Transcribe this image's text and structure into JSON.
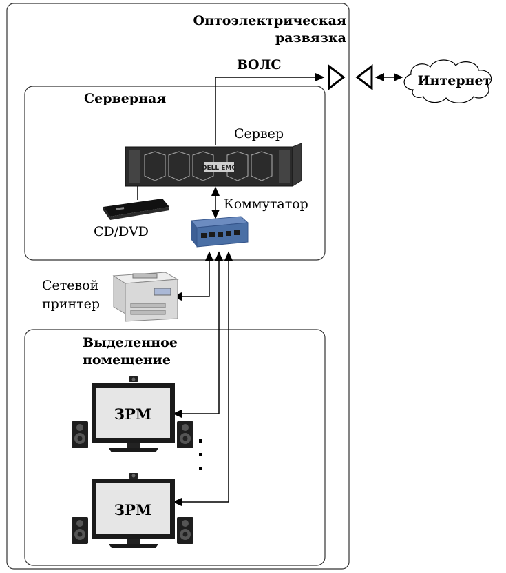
{
  "labels": {
    "optical_isolation_line1": "Оптоэлектрическая",
    "optical_isolation_line2": "развязка",
    "fiber": "ВОЛС",
    "internet": "Интернет",
    "server_room": "Серверная",
    "server": "Сервер",
    "switch": "Коммутатор",
    "cd_dvd": "CD/DVD",
    "printer_line1": "Сетевой",
    "printer_line2": "принтер",
    "dedicated_room_line1": "Выделенное",
    "dedicated_room_line2": "помещение",
    "workstation_1": "ЗРМ",
    "workstation_2": "ЗРМ",
    "ellipsis": "⋮",
    "server_brand": "DELL EMC"
  },
  "icons": {
    "cloud": "cloud-icon",
    "server": "rack-server-icon",
    "switch": "network-switch-icon",
    "dvd": "dvd-drive-icon",
    "printer": "printer-icon",
    "monitor": "monitor-icon",
    "speaker": "speaker-icon",
    "webcam": "webcam-icon",
    "optical_transmitter": "triangle-right-icon",
    "optical_receiver": "triangle-left-icon"
  },
  "colors": {
    "line": "#000000",
    "box_border": "#333333",
    "switch_blue": "#4a6fa5",
    "monitor_screen": "#e6e6e6",
    "server_dark": "#2b2b2b"
  }
}
